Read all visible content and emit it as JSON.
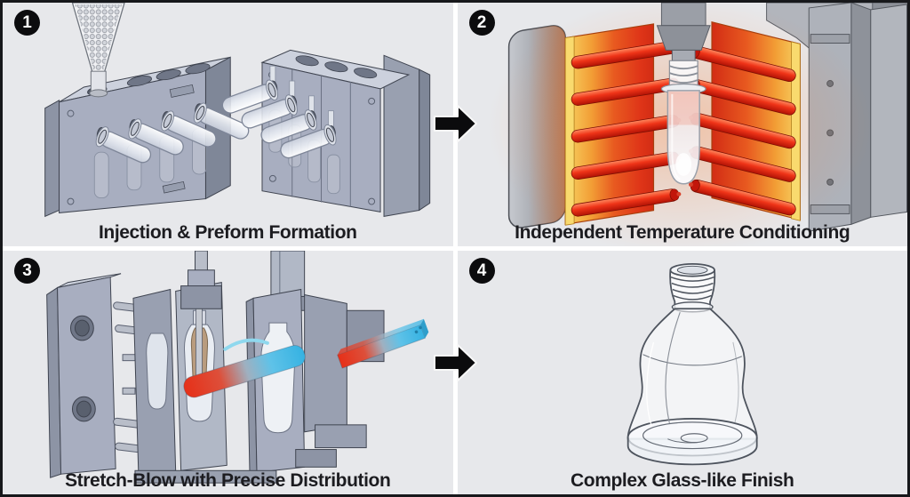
{
  "steps": [
    {
      "number": "1",
      "caption": "Injection & Preform Formation"
    },
    {
      "number": "2",
      "caption": "Independent Temperature Conditioning"
    },
    {
      "number": "3",
      "caption": "Stretch-Blow with Precise Distribution"
    },
    {
      "number": "4",
      "caption": "Complex Glass-like Finish"
    }
  ],
  "flow": {
    "arrow_count": 2,
    "direction": "right"
  },
  "colors": {
    "panel_bg": "#e7e8eb",
    "divider": "#ffffff",
    "frame_border": "#17181b",
    "badge_bg": "#0c0c0e",
    "badge_text": "#ffffff",
    "caption_text": "#1c1c20",
    "steel_gray": "#a8aec0",
    "steel_dark": "#7f8798",
    "steel_light": "#ccd1dd",
    "heater_orange": "#f29d35",
    "heater_red": "#e02815",
    "rod_red": "#ef3418",
    "cold_blue": "#35b2e2",
    "hot_red": "#e63018"
  }
}
